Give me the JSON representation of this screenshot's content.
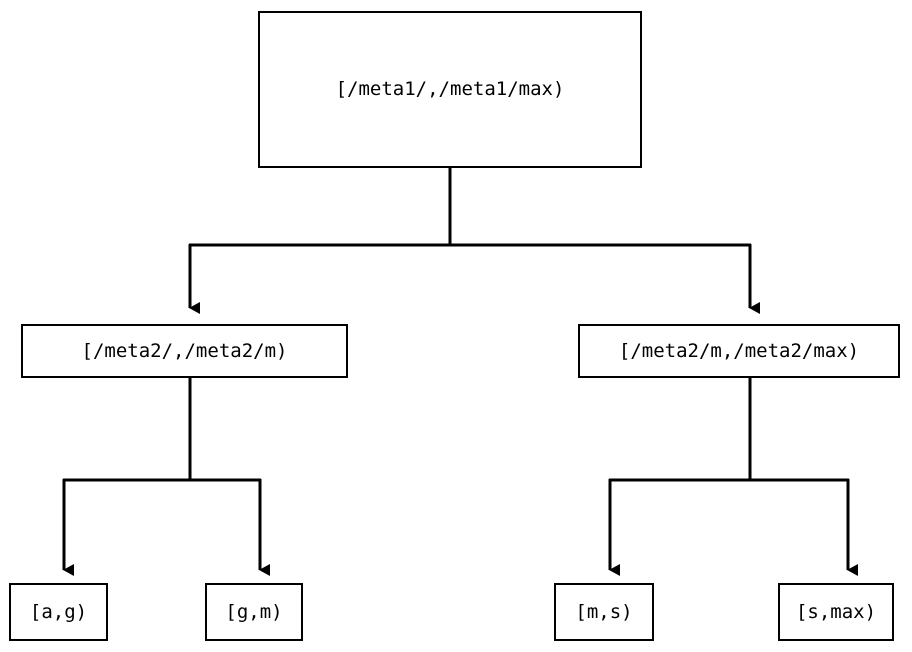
{
  "diagram": {
    "type": "interval-partition-tree",
    "title": "",
    "background_color": "#ffffff",
    "line_color": "#000000",
    "text_color": "#000000",
    "nodes": {
      "root": {
        "label": "[/meta1/,/meta1/max)",
        "level": 0
      },
      "mid_left": {
        "label": "[/meta2/,/meta2/m)",
        "level": 1
      },
      "mid_right": {
        "label": "[/meta2/m,/meta2/max)",
        "level": 1
      },
      "leaf_ag": {
        "label": "[a,g)",
        "level": 2
      },
      "leaf_gm": {
        "label": "[g,m)",
        "level": 2
      },
      "leaf_ms": {
        "label": "[m,s)",
        "level": 2
      },
      "leaf_smax": {
        "label": "[s,max)",
        "level": 2
      }
    },
    "edges": [
      {
        "from": "root",
        "to": "mid_left",
        "arrow": "down-triangle"
      },
      {
        "from": "root",
        "to": "mid_right",
        "arrow": "down-triangle"
      },
      {
        "from": "mid_left",
        "to": "leaf_ag",
        "arrow": "down-triangle"
      },
      {
        "from": "mid_left",
        "to": "leaf_gm",
        "arrow": "down-triangle"
      },
      {
        "from": "mid_right",
        "to": "leaf_ms",
        "arrow": "down-triangle"
      },
      {
        "from": "mid_right",
        "to": "leaf_smax",
        "arrow": "down-triangle"
      }
    ]
  }
}
